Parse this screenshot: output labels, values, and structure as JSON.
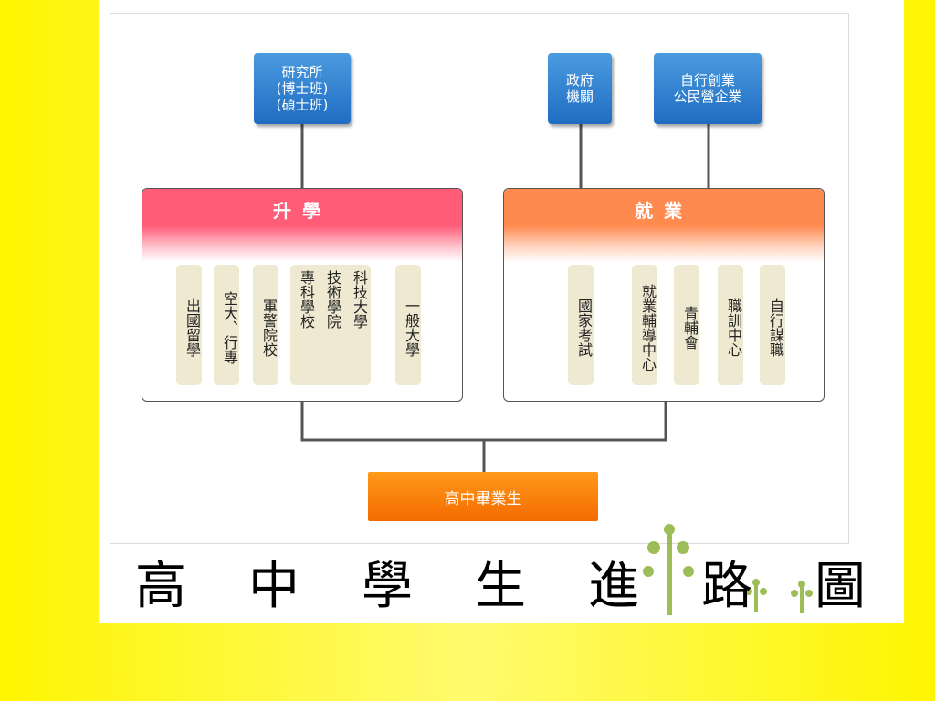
{
  "top_boxes": {
    "graduate_school": [
      "研究所",
      "(博士班)",
      "(碩士班)"
    ],
    "government": [
      "政府",
      "機關"
    ],
    "enterprise": [
      "自行創業",
      "公民營企業"
    ]
  },
  "panels": {
    "further_study": {
      "title": "升學",
      "pills": [
        "出國留學",
        "空大、行專",
        "軍警院校",
        "專科學校",
        "技術學院",
        "科技大學",
        "一般大學"
      ]
    },
    "employment": {
      "title": "就業",
      "pills": [
        "國家考試",
        "就業輔導中心",
        "青輔會",
        "職訓中心",
        "自行謀職"
      ]
    }
  },
  "bottom_box": "高中畢業生",
  "page_title": [
    "高",
    "中",
    "學",
    "生",
    "進",
    "路",
    "圖"
  ],
  "colors": {
    "background": "#fef500",
    "blue_box": "#1f6cc2",
    "study_header": "#ff5c78",
    "employment_header": "#ff8a50",
    "pill": "#efe9d2",
    "bottom_box": "#f46a00",
    "connector": "#555555"
  }
}
